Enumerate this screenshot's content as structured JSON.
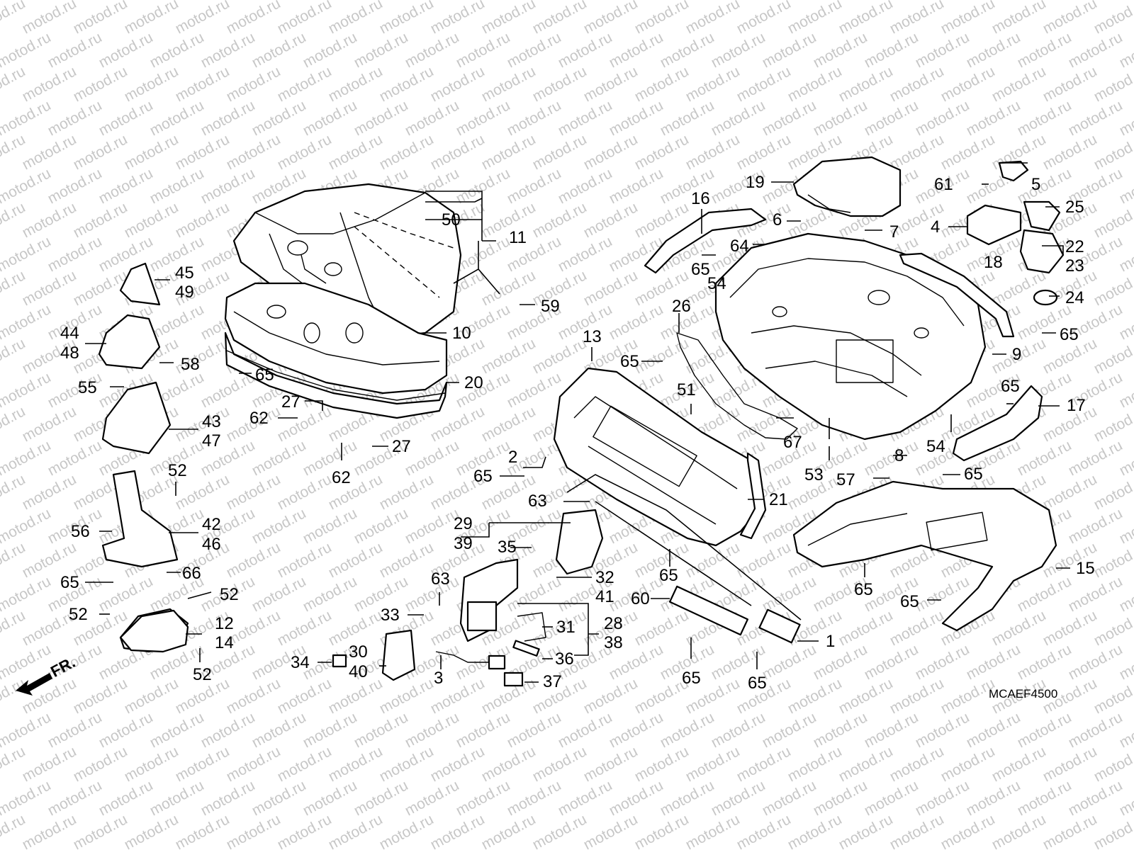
{
  "diagram": {
    "code": "MCAEF4500",
    "front_label": "FR.",
    "watermark": "motod.ru",
    "labels": {
      "l1": "1",
      "l2": "2",
      "l3": "3",
      "l4": "4",
      "l5": "5",
      "l6": "6",
      "l7": "7",
      "l8": "8",
      "l9": "9",
      "l10": "10",
      "l11": "11",
      "l12": "12",
      "l13": "13",
      "l14": "14",
      "l15": "15",
      "l16": "16",
      "l17": "17",
      "l18": "18",
      "l19": "19",
      "l20": "20",
      "l21": "21",
      "l22": "22",
      "l23": "23",
      "l24": "24",
      "l25": "25",
      "l26": "26",
      "l27": "27",
      "l28": "28",
      "l29": "29",
      "l30": "30",
      "l31": "31",
      "l32": "32",
      "l33": "33",
      "l34": "34",
      "l35": "35",
      "l36": "36",
      "l37": "37",
      "l38": "38",
      "l39": "39",
      "l40": "40",
      "l41": "41",
      "l42": "42",
      "l43": "43",
      "l44": "44",
      "l45": "45",
      "l46": "46",
      "l47": "47",
      "l48": "48",
      "l49": "49",
      "l50": "50",
      "l51": "51",
      "l52": "52",
      "l53": "53",
      "l54": "54",
      "l55": "55",
      "l56": "56",
      "l57": "57",
      "l58": "58",
      "l59": "59",
      "l60": "60",
      "l61": "61",
      "l62": "62",
      "l63": "63",
      "l64": "64",
      "l65": "65",
      "l66": "66",
      "l67": "67"
    }
  }
}
